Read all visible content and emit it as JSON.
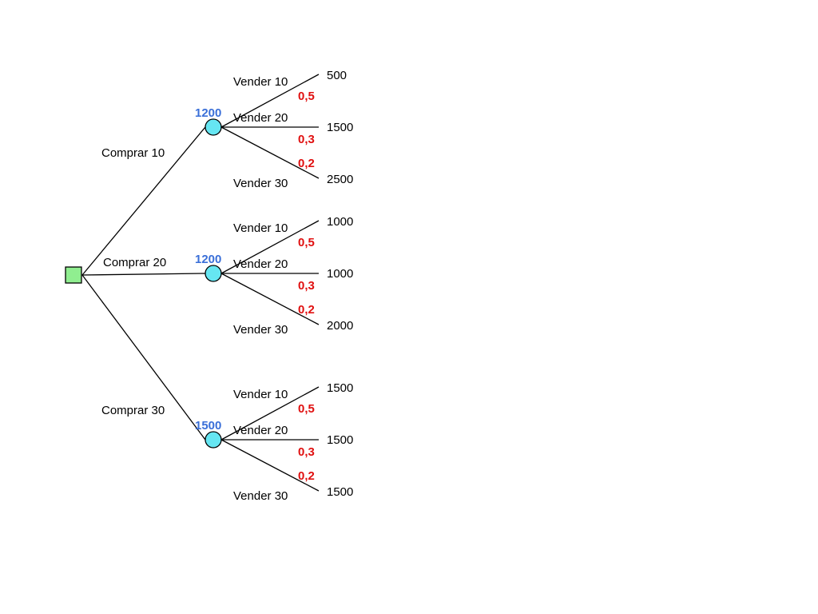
{
  "colors": {
    "decision_fill": "#90ee90",
    "chance_fill": "#66e6f2",
    "probability_text": "#e01010",
    "expected_value_text": "#3a6fd8",
    "line": "#000000"
  },
  "decision": {
    "shape": "square"
  },
  "branches": [
    {
      "label": "Comprar 10",
      "expected_value": "1200",
      "outcomes": [
        {
          "label": "Vender 10",
          "probability": "0,5",
          "payoff": "500"
        },
        {
          "label": "Vender 20",
          "probability": "0,3",
          "payoff": "1500"
        },
        {
          "label": "Vender 30",
          "probability": "0,2",
          "payoff": "2500"
        }
      ]
    },
    {
      "label": "Comprar 20",
      "expected_value": "1200",
      "outcomes": [
        {
          "label": "Vender 10",
          "probability": "0,5",
          "payoff": "1000"
        },
        {
          "label": "Vender 20",
          "probability": "0,3",
          "payoff": "1000"
        },
        {
          "label": "Vender 30",
          "probability": "0,2",
          "payoff": "2000"
        }
      ]
    },
    {
      "label": "Comprar 30",
      "expected_value": "1500",
      "outcomes": [
        {
          "label": "Vender 10",
          "probability": "0,5",
          "payoff": "1500"
        },
        {
          "label": "Vender 20",
          "probability": "0,3",
          "payoff": "1500"
        },
        {
          "label": "Vender 30",
          "probability": "0,2",
          "payoff": "1500"
        }
      ]
    }
  ]
}
